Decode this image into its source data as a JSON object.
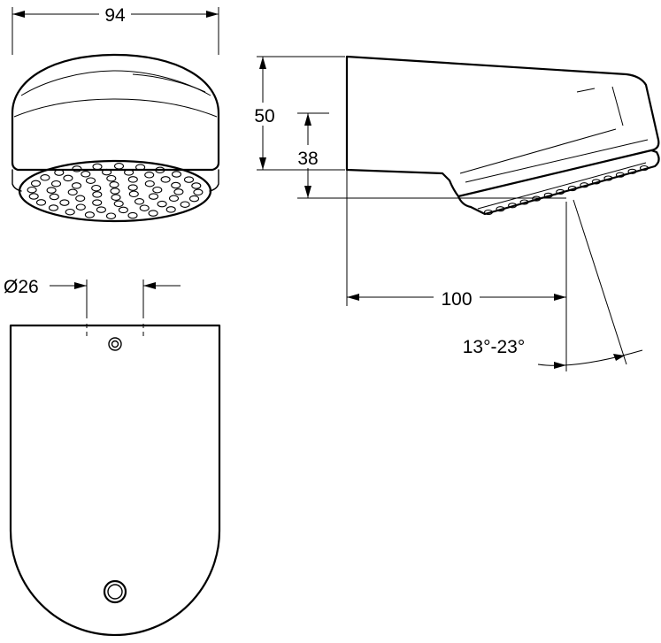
{
  "dimensions": {
    "width_top": "94",
    "height_total": "50",
    "height_inner": "38",
    "diameter": "Ø26",
    "length": "100",
    "angle": "13°-23°"
  }
}
